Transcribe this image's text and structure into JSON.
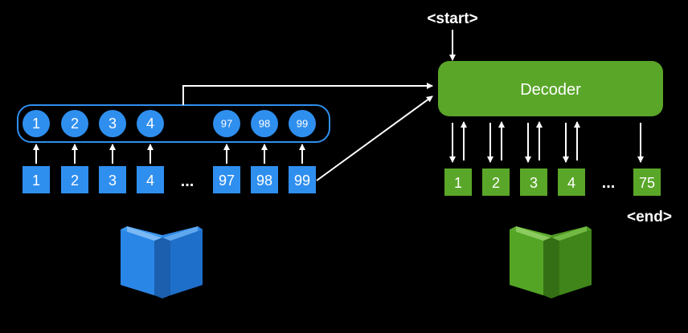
{
  "colors": {
    "background": "#000000",
    "encoder_blue": "#2f8fef",
    "decoder_green": "#5aa629",
    "book_blue_light": "#3b97f0",
    "book_blue_dark": "#1e6fc9",
    "book_green_light": "#5cab2c",
    "book_green_dark": "#3f8519",
    "line": "#ffffff"
  },
  "encoder": {
    "hidden_states": [
      "1",
      "2",
      "3",
      "4",
      "97",
      "98",
      "99"
    ],
    "input_tokens": [
      "1",
      "2",
      "3",
      "4",
      "97",
      "98",
      "99"
    ],
    "ellipsis": "..."
  },
  "decoder": {
    "label": "Decoder",
    "start_token": "<start>",
    "end_token": "<end>",
    "output_tokens": [
      "1",
      "2",
      "3",
      "4",
      "75"
    ],
    "ellipsis": "..."
  },
  "books": {
    "source_icon": "open-book-icon",
    "target_icon": "open-book-icon"
  }
}
